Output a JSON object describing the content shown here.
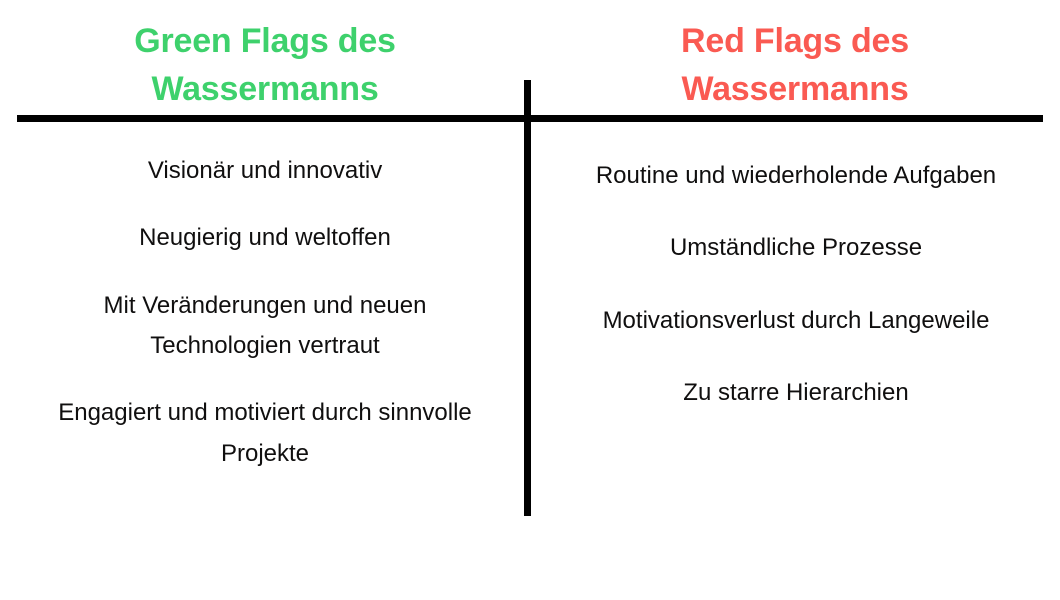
{
  "columns": [
    {
      "heading": "Green Flags des Wassermanns",
      "heading_color": "#3ed16c",
      "items": [
        "Visionär und innovativ",
        "Neugierig und weltoffen",
        "Mit Veränderungen und neuen Technologien vertraut",
        "Engagiert und motiviert durch sinnvolle Projekte"
      ]
    },
    {
      "heading": "Red Flags des Wassermanns",
      "heading_color": "#fa5a52",
      "items": [
        "Routine und wiederholende Aufgaben",
        "Umständliche Prozesse",
        "Motivationsverlust durch Langeweile",
        "Zu starre Hierarchien"
      ]
    }
  ],
  "dividers": {
    "horizontal_color": "#000000",
    "vertical_color": "#000000"
  },
  "background_color": "#ffffff",
  "body_text_color": "#100f0f"
}
